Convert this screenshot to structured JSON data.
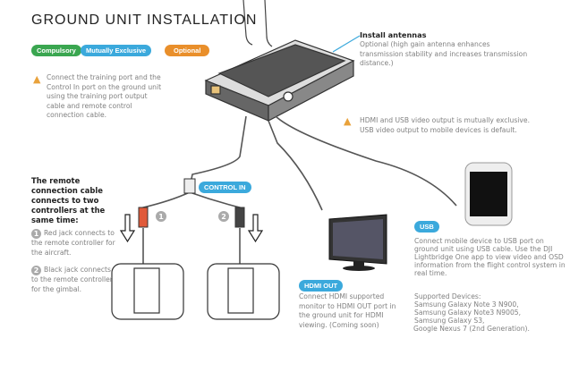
{
  "title": "GROUND UNIT INSTALLATION",
  "legend": {
    "compulsory": "Compulsory",
    "mutually_exclusive": "Mutually Exclusive",
    "optional": "Optional"
  },
  "colors": {
    "compulsory": "#3aa650",
    "mutually_exclusive": "#3ba9dc",
    "optional": "#e98f2b",
    "warning": "#e9a23b"
  },
  "training_note": "Connect the training port and the Control In port on the ground unit using the training port output cable and remote control connection cable.",
  "antennas": {
    "heading": "Install antennas",
    "text": "Optional (high gain antenna enhances transmission stability and increases transmission distance.)"
  },
  "video_note": "HDMI and USB video output is mutually exclusive. USB video output to mobile devices is default.",
  "remote": {
    "heading": "The remote connection cable connects to two controllers at the same time:",
    "items": [
      {
        "num": "1",
        "text": "Red jack connects to the remote controller for the aircraft."
      },
      {
        "num": "2",
        "text": "Black jack connects to the remote controller for the gimbal."
      }
    ]
  },
  "control_in": "CONTROL IN",
  "hdmi": {
    "badge": "HDMI OUT",
    "text": "Connect HDMI supported monitor to HDMI OUT port in the ground unit for HDMI viewing. (Coming soon)"
  },
  "usb": {
    "badge": "USB",
    "text": "Connect mobile device to USB port on ground unit using USB cable. Use the DJI Lightbridge One app to view video and OSD information from the flight control system in real time.",
    "devices_heading": "Supported Devices:",
    "devices": [
      "Samsung Galaxy Note 3 N900,",
      "Samsung Galaxy Note3 N9005,",
      "Samsung Galaxy S3,",
      "Google Nexus 7 (2nd Generation)."
    ]
  }
}
